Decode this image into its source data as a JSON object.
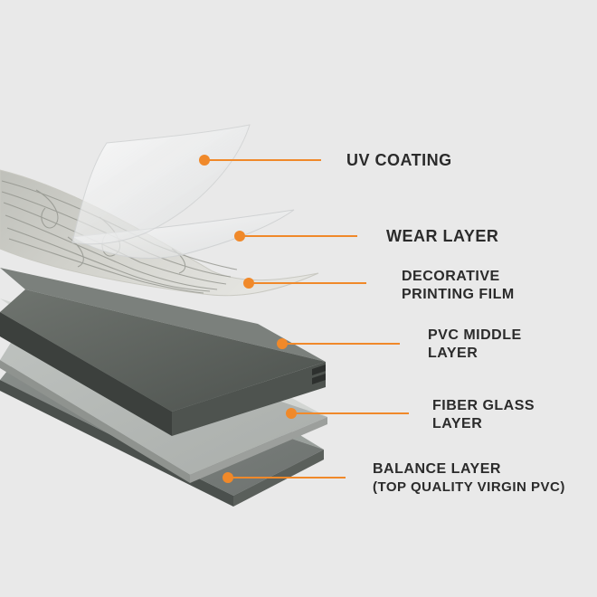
{
  "colors": {
    "background": "#e9e9e9",
    "accent": "#f0892a",
    "text": "#2b2b2b"
  },
  "layers": [
    {
      "id": "uv",
      "lines": [
        "UV COATING"
      ]
    },
    {
      "id": "wear",
      "lines": [
        "WEAR LAYER"
      ]
    },
    {
      "id": "decor",
      "lines": [
        "DECORATIVE",
        "PRINTING FILM"
      ]
    },
    {
      "id": "pvc",
      "lines": [
        "PVC MIDDLE",
        "LAYER"
      ]
    },
    {
      "id": "fiber",
      "lines": [
        "FIBER GLASS",
        "LAYER"
      ]
    },
    {
      "id": "balance",
      "lines": [
        "BALANCE LAYER",
        "(TOP QUALITY VIRGIN PVC)"
      ]
    }
  ]
}
